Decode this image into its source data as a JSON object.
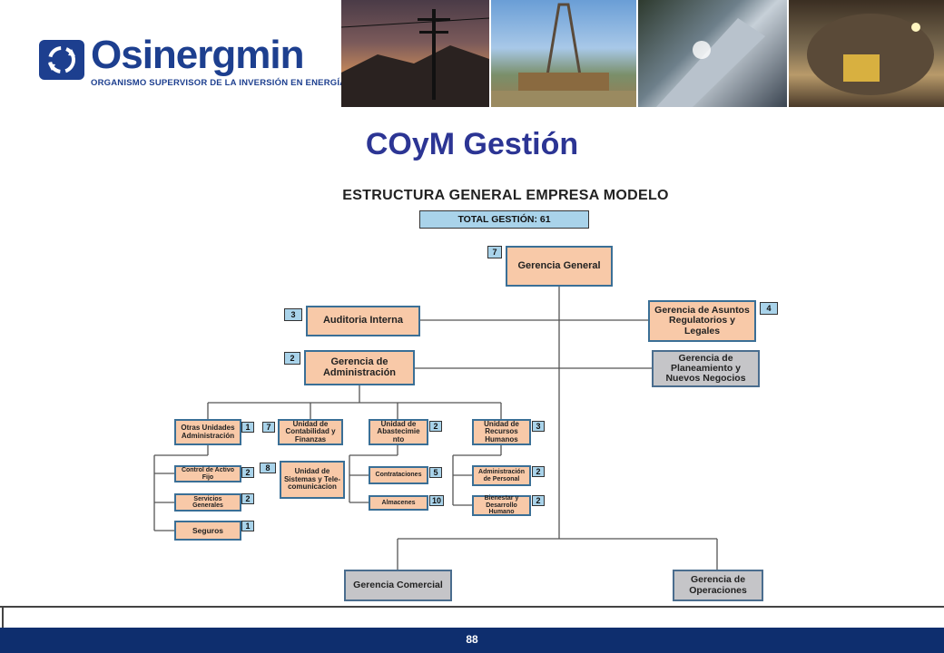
{
  "header": {
    "logo_name": "Osinergmin",
    "logo_subtitle": "ORGANISMO SUPERVISOR DE LA INVERSIÓN EN ENERGÍA Y MINERÍA",
    "logo_icon": "recycle-arrows-icon",
    "photos": [
      "power-lines-sunset-photo",
      "drilling-rig-photo",
      "pipeline-welding-photo",
      "underground-mine-photo"
    ]
  },
  "slide": {
    "title": "COyM Gestión",
    "page_number": "88"
  },
  "chart": {
    "title": "ESTRUCTURA GENERAL EMPRESA MODELO",
    "total_label": "TOTAL GESTIÓN:  61",
    "nodes": [
      {
        "id": "gerencia-general",
        "label": "Gerencia General",
        "badge": "7"
      },
      {
        "id": "auditoria-interna",
        "label": "Auditoria Interna",
        "badge": "3"
      },
      {
        "id": "asuntos-regulatorios",
        "label": "Gerencia de Asuntos Regulatorios y Legales",
        "badge": "4"
      },
      {
        "id": "gerencia-administracion",
        "label": "Gerencia de Administración",
        "badge": "2"
      },
      {
        "id": "planeamiento",
        "label": "Gerencia de Planeamiento y Nuevos Negocios",
        "badge": ""
      },
      {
        "id": "otras-unidades",
        "label": "Otras Unidades Administración",
        "badge": "1"
      },
      {
        "id": "contabilidad",
        "label": "Unidad de Contabilidad y Finanzas",
        "badge": "7"
      },
      {
        "id": "abastecimiento",
        "label": "Unidad de Abastecimie nto",
        "badge": "2"
      },
      {
        "id": "recursos-humanos",
        "label": "Unidad de Recursos Humanos",
        "badge": "3"
      },
      {
        "id": "activo-fijo",
        "label": "Control de Activo Fijo",
        "badge": "2"
      },
      {
        "id": "servicios-generales",
        "label": "Servicios Generales",
        "badge": "2"
      },
      {
        "id": "seguros",
        "label": "Seguros",
        "badge": "1"
      },
      {
        "id": "sistemas",
        "label": "Unidad de Sistemas y Tele- comunicacion",
        "badge": "8"
      },
      {
        "id": "contrataciones",
        "label": "Contrataciones",
        "badge": "5"
      },
      {
        "id": "almacenes",
        "label": "Almacenes",
        "badge": "10"
      },
      {
        "id": "administracion-personal",
        "label": "Administración de Personal",
        "badge": "2"
      },
      {
        "id": "bienestar",
        "label": "Bienestar y Desarrollo Humano",
        "badge": "2"
      },
      {
        "id": "gerencia-comercial",
        "label": "Gerencia Comercial",
        "badge": ""
      },
      {
        "id": "gerencia-operaciones",
        "label": "Gerencia de Operaciones",
        "badge": ""
      }
    ]
  }
}
